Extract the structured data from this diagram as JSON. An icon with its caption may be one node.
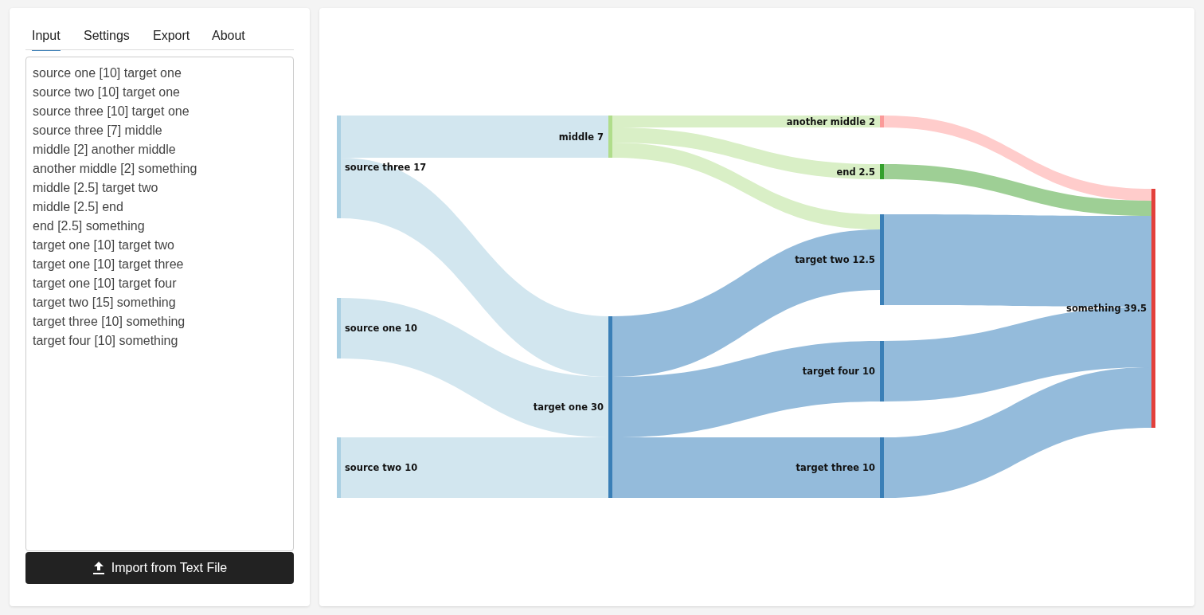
{
  "diagram": {
    "nodes": [
      {
        "text": [],
        "shape": "bar",
        "beside": [
          "source three 17"
        ]
      },
      {
        "text": [],
        "shape": "bar",
        "beside": [
          "source one 10"
        ]
      },
      {
        "text": [],
        "shape": "bar",
        "beside": [
          "source two 10"
        ]
      },
      {
        "text": [],
        "shape": "bar",
        "beside": [
          "middle 7"
        ]
      },
      {
        "text": [],
        "shape": "bar",
        "beside": [
          "target one 30"
        ]
      },
      {
        "text": [],
        "shape": "bar",
        "beside": [
          "another middle 2"
        ]
      },
      {
        "text": [],
        "shape": "bar",
        "beside": [
          "end 2.5"
        ]
      },
      {
        "text": [],
        "shape": "bar",
        "beside": [
          "target two 12.5"
        ]
      },
      {
        "text": [],
        "shape": "bar",
        "beside": [
          "target four 10"
        ]
      },
      {
        "text": [],
        "shape": "bar",
        "beside": [
          "target three 10"
        ]
      },
      {
        "text": [],
        "shape": "bar",
        "beside": [
          "something 39.5"
        ]
      }
    ],
    "edges": [
      {
        "from": 1,
        "to": 4,
        "arrow": "none",
        "color": "#d2e6ef"
      },
      {
        "from": 2,
        "to": 4,
        "arrow": "none",
        "color": "#d2e6ef"
      },
      {
        "from": 0,
        "to": 4,
        "arrow": "none",
        "color": "#d2e6ef"
      },
      {
        "from": 0,
        "to": 3,
        "arrow": "none",
        "color": "#d2e6ef"
      },
      {
        "from": 3,
        "to": 5,
        "arrow": "none",
        "color": "#d9efc6"
      },
      {
        "from": 5,
        "to": 10,
        "arrow": "none",
        "color": "#ffcccb"
      },
      {
        "from": 3,
        "to": 7,
        "arrow": "none",
        "color": "#d9efc6"
      },
      {
        "from": 3,
        "to": 6,
        "arrow": "none",
        "color": "#d9efc6"
      },
      {
        "from": 6,
        "to": 10,
        "arrow": "none",
        "color": "#9ecf95"
      },
      {
        "from": 4,
        "to": 7,
        "arrow": "none",
        "color": "#94bbdb"
      },
      {
        "from": 4,
        "to": 9,
        "arrow": "none",
        "color": "#94bbdb"
      },
      {
        "from": 4,
        "to": 8,
        "arrow": "none",
        "color": "#94bbdb"
      },
      {
        "from": 7,
        "to": 10,
        "arrow": "none",
        "color": "#94bbdb"
      },
      {
        "from": 9,
        "to": 10,
        "arrow": "none",
        "color": "#94bbdb"
      },
      {
        "from": 8,
        "to": 10,
        "arrow": "none",
        "color": "#94bbdb"
      }
    ],
    "labels": [
      "Input",
      "Settings",
      "Export",
      "About",
      "source one [10] target one",
      "source two [10] target one",
      "source three [10] target one",
      "source three [7] middle",
      "middle [2] another middle",
      "another middle [2] something",
      "middle [2.5] target two",
      "middle [2.5] end",
      "end [2.5] something",
      "target one [10] target two",
      "target one [10] target three",
      "target one [10] target four",
      "target two [15] something",
      "target three [10] something",
      "target four [10] something",
      "Import from Text File"
    ]
  }
}
